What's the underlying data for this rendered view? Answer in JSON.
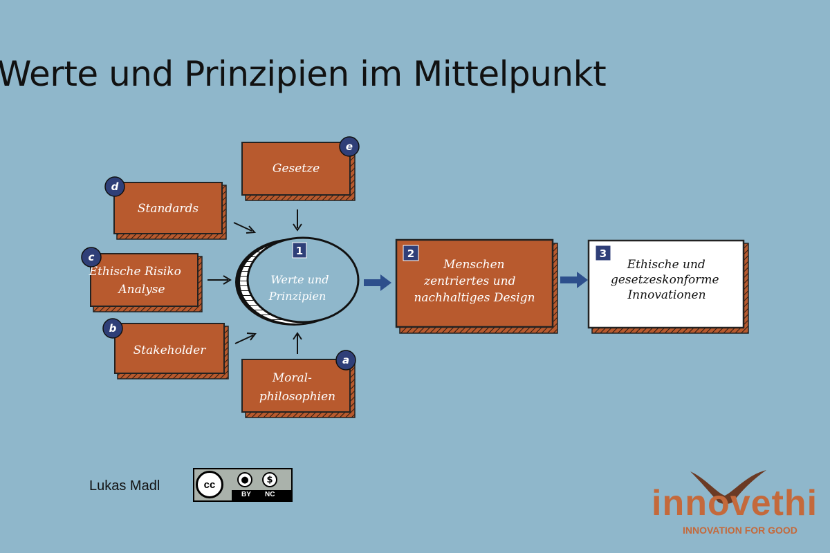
{
  "slide": {
    "title": "Werte und Prinzipien im Mittelpunkt"
  },
  "inputs": [
    {
      "badge": "d",
      "label": "Standards"
    },
    {
      "badge": "c",
      "label": "Ethische Risiko Analyse"
    },
    {
      "badge": "b",
      "label": "Stakeholder"
    },
    {
      "badge": "e",
      "label": "Gesetze"
    },
    {
      "badge": "a",
      "label": "Moral-philosophien"
    }
  ],
  "steps": [
    {
      "number": "1",
      "label": "Werte und Prinzipien"
    },
    {
      "number": "2",
      "label": "Menschen zentriertes und nachhaltiges Design"
    },
    {
      "number": "3",
      "label": "Ethische und gesetzeskonforme Innovationen"
    }
  ],
  "footer": {
    "author": "Lukas Madl",
    "license": {
      "cc": "cc",
      "by": "BY",
      "nc": "NC"
    },
    "logo": {
      "word": "innovethi",
      "tagline": "INNOVATION FOR GOOD"
    }
  },
  "colors": {
    "background": "#8fb7cb",
    "box": "#b85a2e",
    "badge": "#2f3f78",
    "arrow": "#2d4f8c",
    "brand": "#c4693b"
  }
}
